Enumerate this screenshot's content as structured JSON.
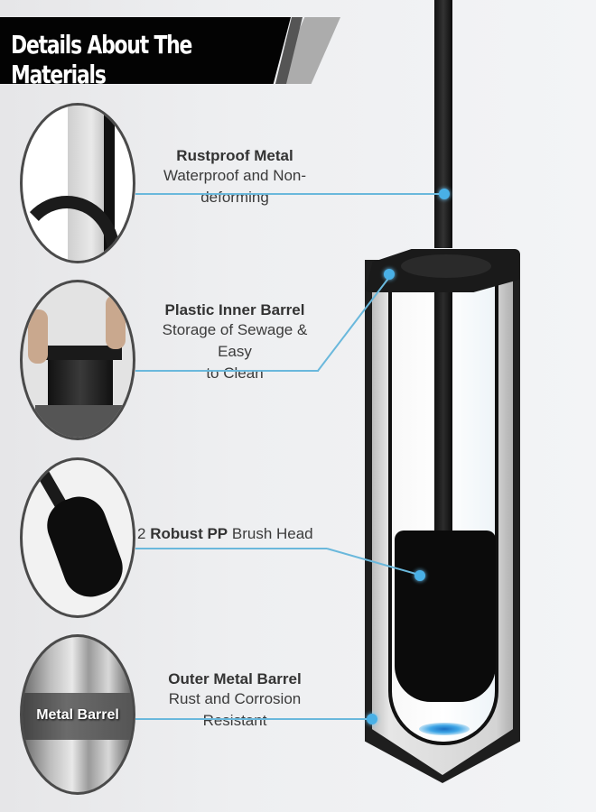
{
  "banner": {
    "title": "Details About The Materials"
  },
  "features": [
    {
      "title": "Rustproof Metal",
      "lines": [
        "Waterproof and Non-deforming"
      ],
      "image": "pole-closeup"
    },
    {
      "title": "Plastic Inner Barrel",
      "lines": [
        "Storage of Sewage & Easy",
        "to  Clean"
      ],
      "image": "inner-barrel-removal"
    },
    {
      "title_prefix": "2 ",
      "title_bold": "Robust PP",
      "title_suffix": " Brush Head",
      "image": "brush-head-closeup"
    },
    {
      "title": "Outer Metal Barrel",
      "lines": [
        "Rust and Corrosion Resistant"
      ],
      "image": "metal-barrel-swatch",
      "image_label": "Metal Barrel"
    }
  ],
  "colors": {
    "accent_line": "#6ab8dc",
    "dot": "#49b0e6",
    "banner_bg": "#030303"
  }
}
